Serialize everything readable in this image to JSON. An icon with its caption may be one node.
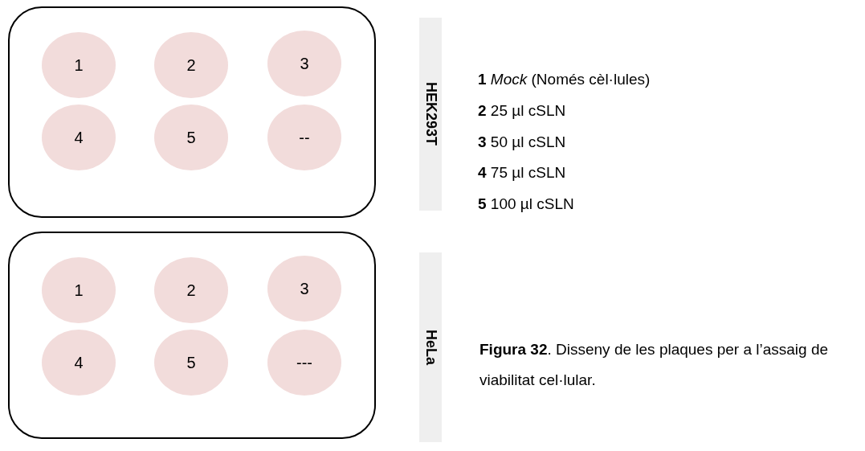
{
  "diagram": {
    "caption": "**Figura 32**. Disseny de les plaques per a l’assaig de viabilitat cel·lular.",
    "nodes": [
      {
        "text": [],
        "shape": "box"
      },
      {
        "text": [
          "1"
        ],
        "in": 0
      },
      {
        "text": [
          "2"
        ],
        "in": 0
      },
      {
        "text": [
          "3"
        ],
        "in": 0
      },
      {
        "text": [
          "4"
        ],
        "in": 0
      },
      {
        "text": [
          "5"
        ],
        "in": 0
      },
      {
        "text": [
          "--"
        ],
        "in": 0
      },
      {
        "text": [
          "HEK293T"
        ]
      },
      {
        "text": [],
        "shape": "box"
      },
      {
        "text": [
          "1"
        ],
        "in": 8
      },
      {
        "text": [
          "2"
        ],
        "in": 8
      },
      {
        "text": [
          "3"
        ],
        "in": 8
      },
      {
        "text": [
          "4"
        ],
        "in": 8
      },
      {
        "text": [
          "5"
        ],
        "in": 8
      },
      {
        "text": [
          "---"
        ],
        "in": 8
      },
      {
        "text": [
          "HeLa"
        ]
      }
    ],
    "edges": [],
    "labels": [
      "**1**  *Mock* (Només cèl·lules)",
      "**2**  25 µl cSLN",
      "**3**  50 µl cSLN",
      "**4**  75 µl cSLN",
      "**5** 100 µl cSLN"
    ]
  }
}
